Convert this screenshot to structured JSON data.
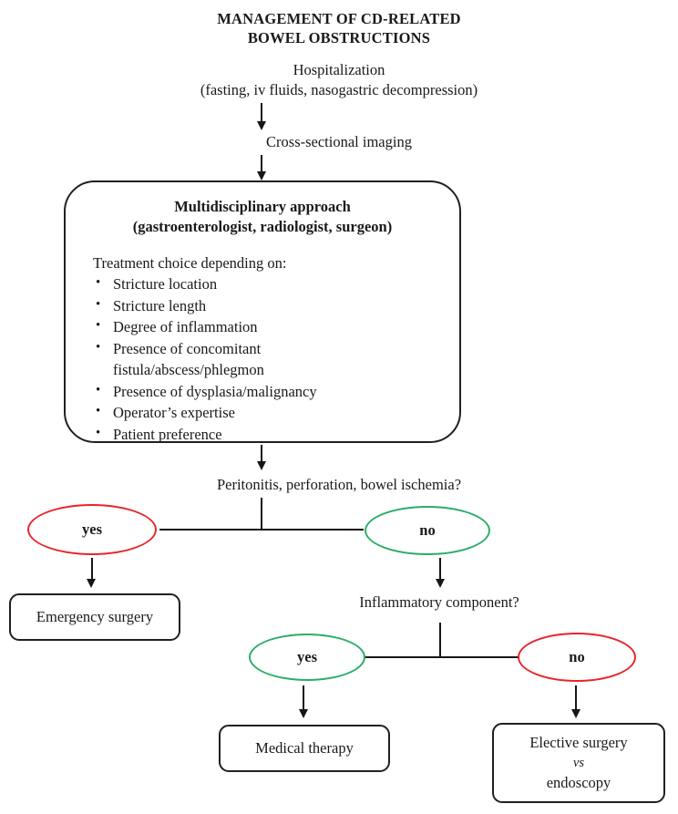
{
  "title": {
    "line1": "MANAGEMENT OF CD-RELATED",
    "line2": "BOWEL OBSTRUCTIONS"
  },
  "nodes": {
    "hospitalization": {
      "line1": "Hospitalization",
      "line2": "(fasting, iv fluids, nasogastric decompression)"
    },
    "imaging": {
      "label": "Cross-sectional imaging"
    },
    "multidisciplinary": {
      "head_line1": "Multidisciplinary approach",
      "head_line2": "(gastroenterologist, radiologist, surgeon)",
      "lead": "Treatment choice depending on:",
      "bullets": [
        "Stricture location",
        "Stricture length",
        "Degree of inflammation",
        "Presence of concomitant",
        "Presence of dysplasia/malignancy",
        "Operator’s expertise",
        "Patient preference"
      ],
      "bullet_concomitant_cont": "fistula/abscess/phlegmon"
    },
    "decision1": {
      "question": "Peritonitis, perforation, bowel ischemia?",
      "yes_label": "yes",
      "no_label": "no",
      "yes_color": "#e8252a",
      "no_color": "#2aae68"
    },
    "decision2": {
      "question": "Inflammatory component?",
      "yes_label": "yes",
      "no_label": "no",
      "yes_color": "#2aae68",
      "no_color": "#e8252a"
    },
    "emergency_surgery": {
      "label": "Emergency surgery"
    },
    "medical_therapy": {
      "label": "Medical therapy"
    },
    "elective": {
      "line1": "Elective surgery",
      "line2": "vs",
      "line3": "endoscopy"
    }
  },
  "chart_data": {
    "type": "diagram",
    "title": "MANAGEMENT OF CD-RELATED BOWEL OBSTRUCTIONS",
    "flow": [
      {
        "id": "hospitalization",
        "kind": "text",
        "text": "Hospitalization (fasting, iv fluids, nasogastric decompression)"
      },
      {
        "id": "imaging",
        "kind": "text",
        "text": "Cross-sectional imaging"
      },
      {
        "id": "multidisciplinary",
        "kind": "rounded-box",
        "text": "Multidisciplinary approach (gastroenterologist, radiologist, surgeon)"
      },
      {
        "id": "decision1",
        "kind": "decision",
        "text": "Peritonitis, perforation, bowel ischemia?",
        "branches": [
          "yes",
          "no"
        ]
      },
      {
        "id": "emergency_surgery",
        "kind": "rounded-box",
        "text": "Emergency surgery",
        "from": "decision1.yes"
      },
      {
        "id": "decision2",
        "kind": "decision",
        "text": "Inflammatory component?",
        "from": "decision1.no",
        "branches": [
          "yes",
          "no"
        ]
      },
      {
        "id": "medical_therapy",
        "kind": "rounded-box",
        "text": "Medical therapy",
        "from": "decision2.yes"
      },
      {
        "id": "elective",
        "kind": "rounded-box",
        "text": "Elective surgery vs endoscopy",
        "from": "decision2.no"
      }
    ]
  }
}
